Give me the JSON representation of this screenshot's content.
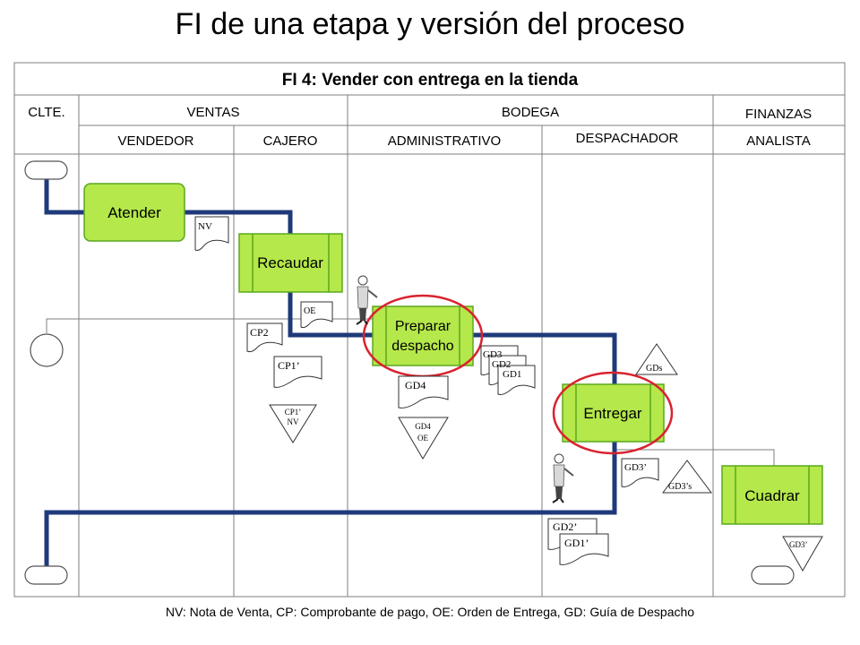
{
  "title": "FI de una etapa y versión del proceso",
  "header": {
    "subtitle": "FI 4: Vender con entrega en la tienda",
    "departments": {
      "client": "CLTE.",
      "sales": "VENTAS",
      "warehouse": "BODEGA",
      "finance": "FINANZAS"
    },
    "roles": {
      "seller": "VENDEDOR",
      "cashier": "CAJERO",
      "admin": "ADMINISTRATIVO",
      "dispatcher": "DESPACHADOR",
      "analyst": "ANALISTA"
    }
  },
  "activities": {
    "atender": "Atender",
    "recaudar": "Recaudar",
    "preparar_1": "Preparar",
    "preparar_2": "despacho",
    "entregar": "Entregar",
    "cuadrar": "Cuadrar"
  },
  "documents": {
    "nv": "NV",
    "oe": "OE",
    "cp2": "CP2",
    "cp1p": "CP1’",
    "gd3": "GD3",
    "gd2": "GD2",
    "gd1": "GD1",
    "gd4": "GD4",
    "gd3p": "GD3’",
    "gd2p": "GD2’",
    "gd1p": "GD1’"
  },
  "files": {
    "cp1nv_1": "CP1’",
    "cp1nv_2": "NV",
    "gd4oe_1": "GD4",
    "gd4oe_2": "OE",
    "gds": "GDs",
    "gd3s": "GD3’s",
    "gd3p": "GD3’"
  },
  "footer": "NV: Nota de Venta, CP: Comprobante de pago, OE: Orden de Entrega, GD: Guía de Despacho",
  "colors": {
    "activity_fill": "#b5e84a",
    "activity_border": "#5aa81e",
    "flow": "#1f3a7a",
    "highlight": "#d9232e"
  }
}
